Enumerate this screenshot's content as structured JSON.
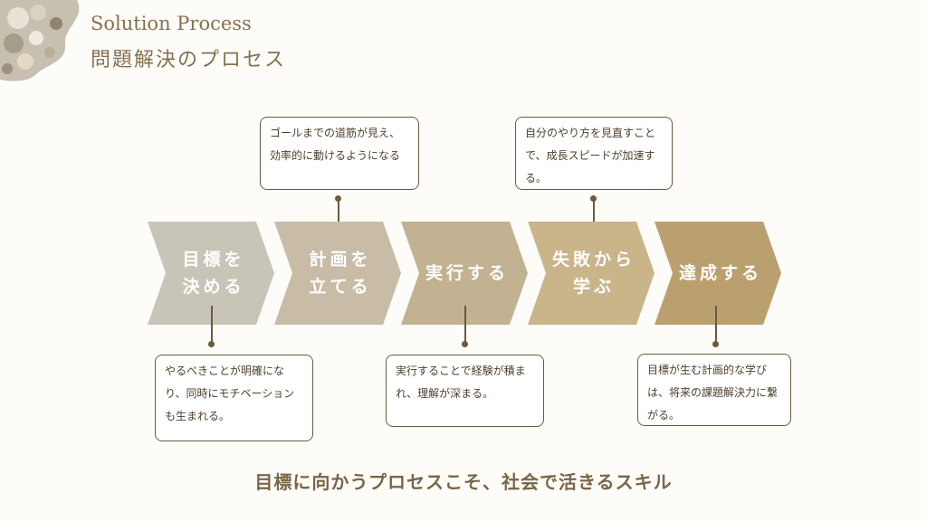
{
  "header": {
    "title_en": "Solution Process",
    "title_ja": "問題解決のプロセス"
  },
  "steps": [
    {
      "label": "目標を\n決める",
      "color": "#c9c4b8"
    },
    {
      "label": "計画を\n立てる",
      "color": "#c8bca7"
    },
    {
      "label": "実行する",
      "color": "#c2b292"
    },
    {
      "label": "失敗から\n学ぶ",
      "color": "#cab489"
    },
    {
      "label": "達成する",
      "color": "#bba06f"
    }
  ],
  "callouts": [
    {
      "step": "計画を立てる",
      "text": "ゴールまでの道筋が見え、効率的に動けるようになる"
    },
    {
      "step": "失敗から学ぶ",
      "text": "自分のやり方を見直すことで、成長スピードが加速する。"
    },
    {
      "step": "目標を決める",
      "text": "やるべきことが明確になり、同時にモチベーションも生まれる。"
    },
    {
      "step": "実行する",
      "text": "実行することで経験が積まれ、理解が深まる。"
    },
    {
      "step": "達成する",
      "text": "目標が生む計画的な学びは、将来の課題解決力に繋がる。"
    }
  ],
  "tagline": "目標に向かうプロセスこそ、社会で活きるスキル"
}
